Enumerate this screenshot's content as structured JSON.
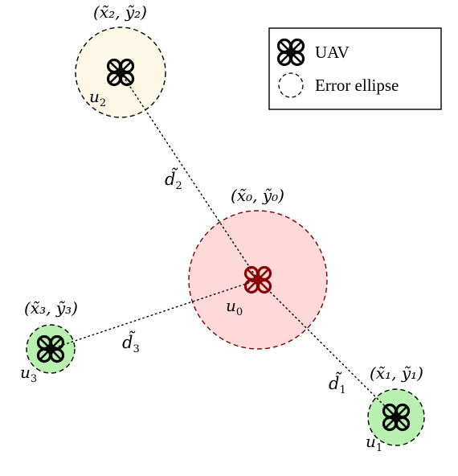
{
  "nodes": {
    "u0": {
      "label": "u",
      "sub": "0",
      "coord": "(x̃₀, ỹ₀)",
      "fill": "#ffd9d9",
      "stroke": "#7a0000",
      "drone_color": "#8b0000"
    },
    "u1": {
      "label": "u",
      "sub": "1",
      "coord": "(x̃₁, ỹ₁)",
      "fill": "#b8f0b0",
      "stroke": "#000000",
      "drone_color": "#000000"
    },
    "u2": {
      "label": "u",
      "sub": "2",
      "coord": "(x̃₂, ỹ₂)",
      "fill": "#fdf8e6",
      "stroke": "#000000",
      "drone_color": "#000000"
    },
    "u3": {
      "label": "u",
      "sub": "3",
      "coord": "(x̃₃, ỹ₃)",
      "fill": "#b8f0b0",
      "stroke": "#000000",
      "drone_color": "#000000"
    }
  },
  "distances": {
    "d1": {
      "label": "d̃",
      "sub": "1"
    },
    "d2": {
      "label": "d̃",
      "sub": "2"
    },
    "d3": {
      "label": "d̃",
      "sub": "3"
    }
  },
  "legend": {
    "uav_label": "UAV",
    "ellipse_label": "Error ellipse"
  }
}
